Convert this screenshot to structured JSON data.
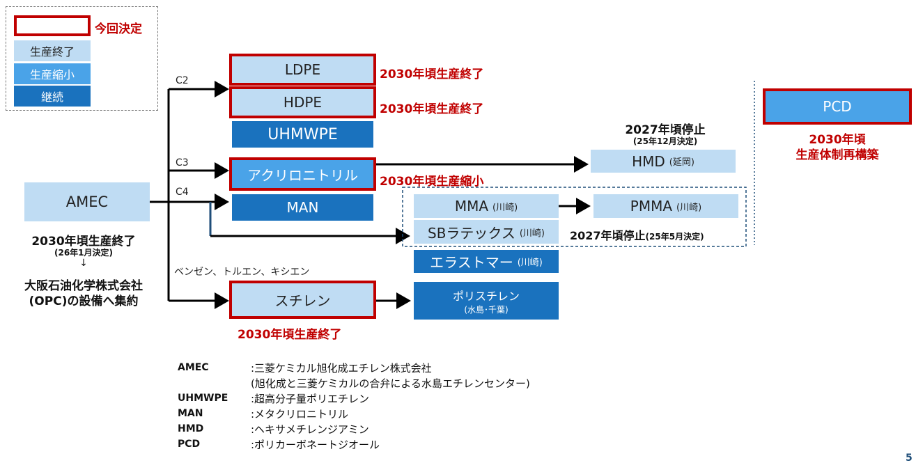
{
  "legend": {
    "decided": "今回決定",
    "end": "生産終了",
    "reduce": "生産縮小",
    "continue": "継続"
  },
  "nodes": {
    "amec": "AMEC",
    "ldpe": "LDPE",
    "hdpe": "HDPE",
    "uhmwpe": "UHMWPE",
    "acrylonitrile": "アクリロニトリル",
    "man": "MAN",
    "hmd": "HMD",
    "hmd_loc": "(延岡)",
    "mma": "MMA",
    "mma_loc": "(川崎)",
    "pmma": "PMMA",
    "pmma_loc": "(川崎)",
    "sb": "SBラテックス",
    "sb_loc": "(川崎)",
    "elastomer": "エラストマー",
    "elastomer_loc": "(川崎)",
    "styrene": "スチレン",
    "polystyrene": "ポリスチレン",
    "polystyrene_loc": "(水島･千葉)",
    "pcd": "PCD"
  },
  "branch_labels": {
    "c2": "C2",
    "c3": "C3",
    "c4": "C4",
    "aromatics": "ベンゼン、トルエン、キシエン"
  },
  "status": {
    "ldpe": "2030年頃生産終了",
    "hdpe": "2030年頃生産終了",
    "acrylonitrile": "2030年頃生産縮小",
    "styrene": "2030年頃生産終了",
    "hmd_title": "2027年頃停止",
    "hmd_note": "(25年12月決定)",
    "sb_stop": "2027年頃停止",
    "sb_note": "(25年5月決定)",
    "pcd_line1": "2030年頃",
    "pcd_line2": "生産体制再構築",
    "amec_line1": "2030年頃生産終了",
    "amec_line2": "(26年1月決定)",
    "amec_arrow": "↓",
    "amec_line3": "大阪石油化学株式会社",
    "amec_line4": "(OPC)の設備へ集約"
  },
  "glossary": [
    {
      "term": "AMEC",
      "desc": ":三菱ケミカル旭化成エチレン株式会社"
    },
    {
      "term": "",
      "desc": "(旭化成と三菱ケミカルの合弁による水島エチレンセンター)"
    },
    {
      "term": "UHMWPE",
      "desc": ":超高分子量ポリエチレン"
    },
    {
      "term": "MAN",
      "desc": ":メタクリロニトリル"
    },
    {
      "term": "HMD",
      "desc": ":ヘキサメチレンジアミン"
    },
    {
      "term": "PCD",
      "desc": ":ポリカーボネートジオール"
    }
  ],
  "page_number": "5",
  "colors": {
    "red": "#c00000",
    "light_blue": "#bfdcf3",
    "mid_blue": "#4aa3e8",
    "dark_blue": "#1a72be"
  }
}
